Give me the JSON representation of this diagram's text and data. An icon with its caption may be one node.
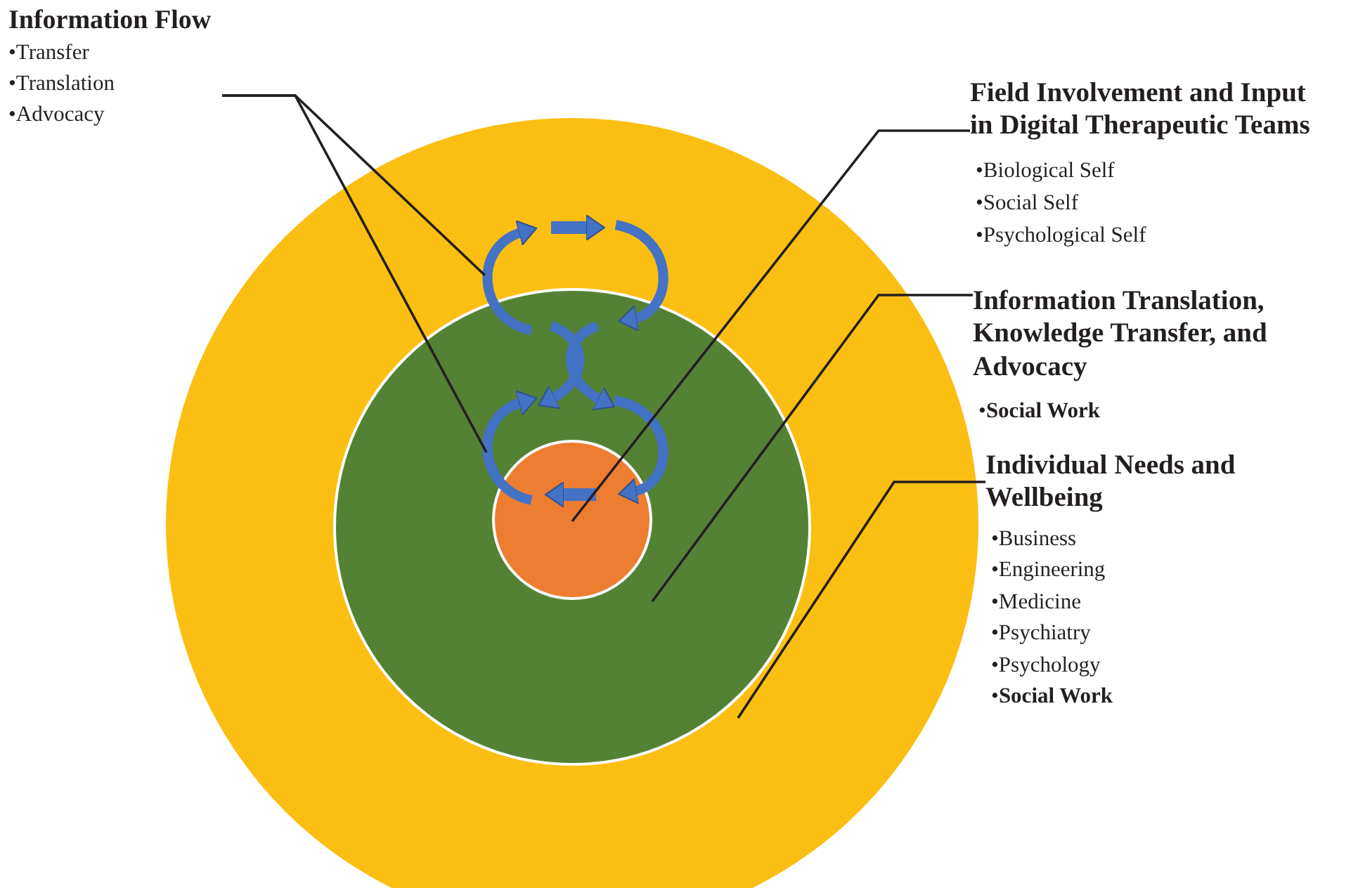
{
  "diagram": {
    "nodes": [
      {
        "text": [
          "Information Flow",
          "•Transfer",
          "•Translation",
          "•Advocacy"
        ]
      },
      {
        "text": [],
        "shape": "circle"
      },
      {
        "text": [],
        "shape": "circle",
        "in": 1
      },
      {
        "text": [],
        "shape": "circle",
        "in": 2
      },
      {
        "text": [
          "Field Involvement and Input in Digital Therapeutic Teams",
          "•Biological Self",
          "•Social Self",
          "•Psychological Self"
        ]
      },
      {
        "text": [
          "Information Translation, Knowledge Transfer, and Advocacy",
          "•**Social Work**"
        ]
      },
      {
        "text": [
          "Individual Needs and Wellbeing",
          "•Business",
          "•Engineering",
          "•Medicine",
          "•Psychiatry",
          "•Psychology",
          "•**Social Work**"
        ]
      }
    ],
    "edges": [
      {
        "from": 0,
        "to": 1,
        "arrow": "none"
      },
      {
        "from": 0,
        "to": 2,
        "arrow": "none"
      },
      {
        "from": 4,
        "to": 3,
        "arrow": "none"
      },
      {
        "from": 5,
        "to": 2,
        "arrow": "none"
      },
      {
        "from": 6,
        "to": 1,
        "arrow": "none"
      }
    ]
  }
}
